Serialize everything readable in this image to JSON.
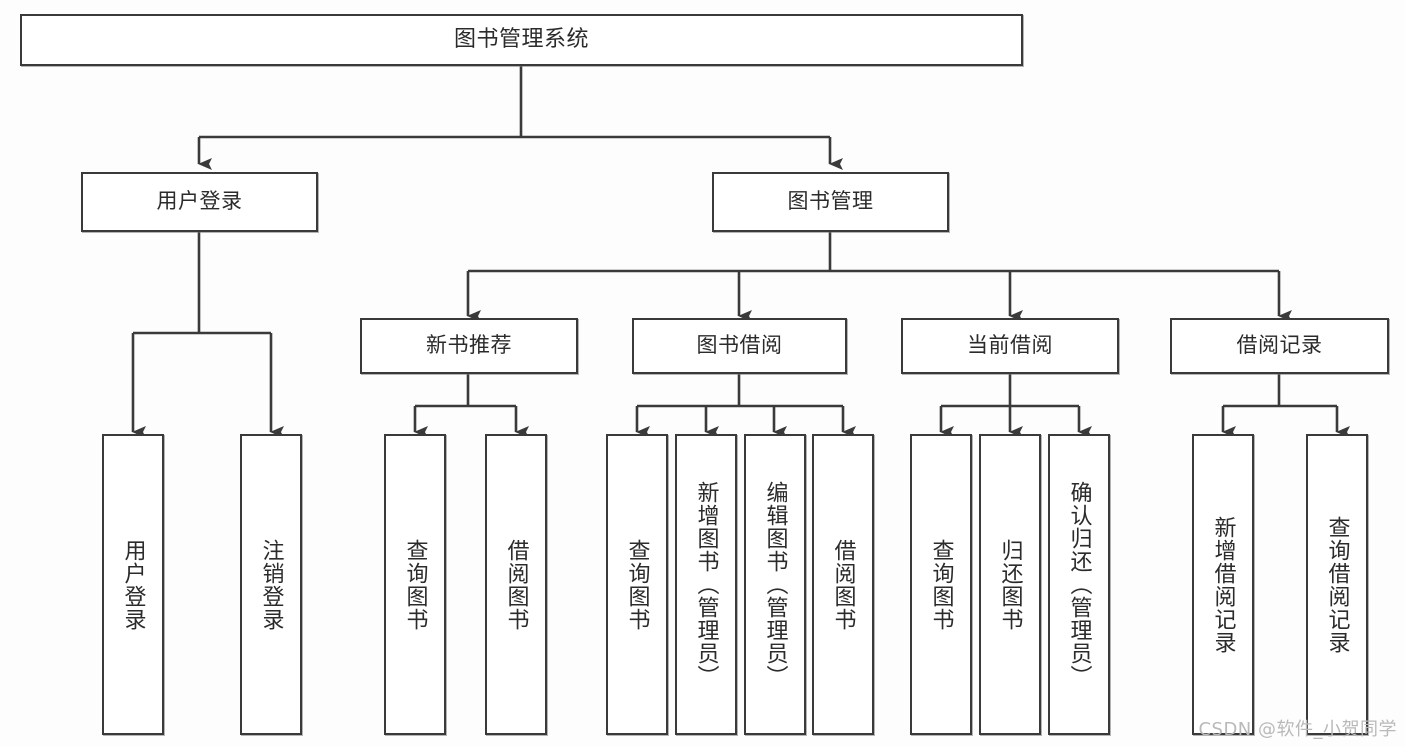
{
  "diagram": {
    "title": "图书管理系统",
    "watermark": "CSDN @软件_小贺同学",
    "colors": {
      "stroke": "#3a3a3a",
      "box_fill": "#ffffff",
      "background": "#fdfdfd",
      "text": "#2b2b2b",
      "watermark": "#b9b9b9"
    },
    "root": {
      "label": "图书管理系统"
    },
    "level2": [
      {
        "label": "用户登录"
      },
      {
        "label": "图书管理"
      }
    ],
    "level3": [
      {
        "label": "新书推荐"
      },
      {
        "label": "图书借阅"
      },
      {
        "label": "当前借阅"
      },
      {
        "label": "借阅记录"
      }
    ],
    "leaves": {
      "user_login": [
        {
          "label": "用户登录"
        },
        {
          "label": "注销登录"
        }
      ],
      "new_book_recommend": [
        {
          "label": "查询图书"
        },
        {
          "label": "借阅图书"
        }
      ],
      "book_borrow": [
        {
          "label": "查询图书"
        },
        {
          "label": "新增图书（管理员）"
        },
        {
          "label": "编辑图书（管理员）"
        },
        {
          "label": "借阅图书"
        }
      ],
      "current_borrow": [
        {
          "label": "查询图书"
        },
        {
          "label": "归还图书"
        },
        {
          "label": "确认归还（管理员）"
        }
      ],
      "borrow_record": [
        {
          "label": "新增借阅记录"
        },
        {
          "label": "查询借阅记录"
        }
      ]
    }
  }
}
